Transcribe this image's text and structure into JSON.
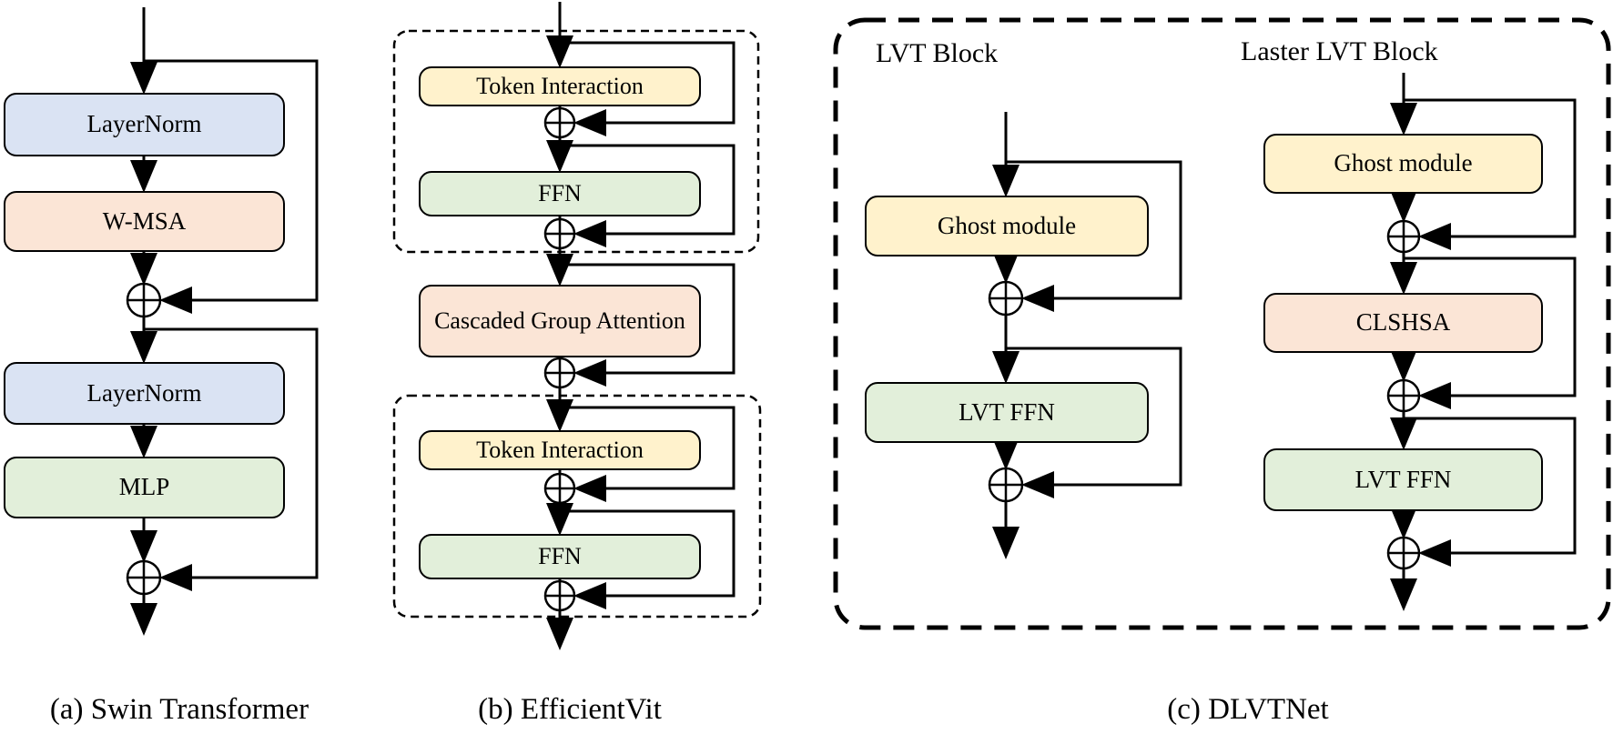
{
  "colors": {
    "blue": "#dae3f3",
    "peach": "#fbe5d6",
    "green": "#e2efda",
    "yellow": "#fff2cc",
    "line": "#000000",
    "background": "#ffffff"
  },
  "panels": {
    "a": {
      "caption": "(a) Swin Transformer",
      "boxes": {
        "layernorm1": "LayerNorm",
        "wmsa": "W-MSA",
        "layernorm2": "LayerNorm",
        "mlp": "MLP"
      }
    },
    "b": {
      "caption": "(b) EfficientVit",
      "boxes": {
        "token1": "Token Interaction",
        "ffn1": "FFN",
        "cga": "Cascaded Group Attention",
        "token2": "Token Interaction",
        "ffn2": "FFN"
      }
    },
    "c": {
      "caption": "(c) DLVTNet",
      "lvt_label": "LVT Block",
      "laster_label": "Laster LVT Block",
      "lvt": {
        "ghost": "Ghost module",
        "ffn": "LVT FFN"
      },
      "laster": {
        "ghost": "Ghost module",
        "clshsa": "CLSHSA",
        "ffn": "LVT FFN"
      }
    }
  }
}
